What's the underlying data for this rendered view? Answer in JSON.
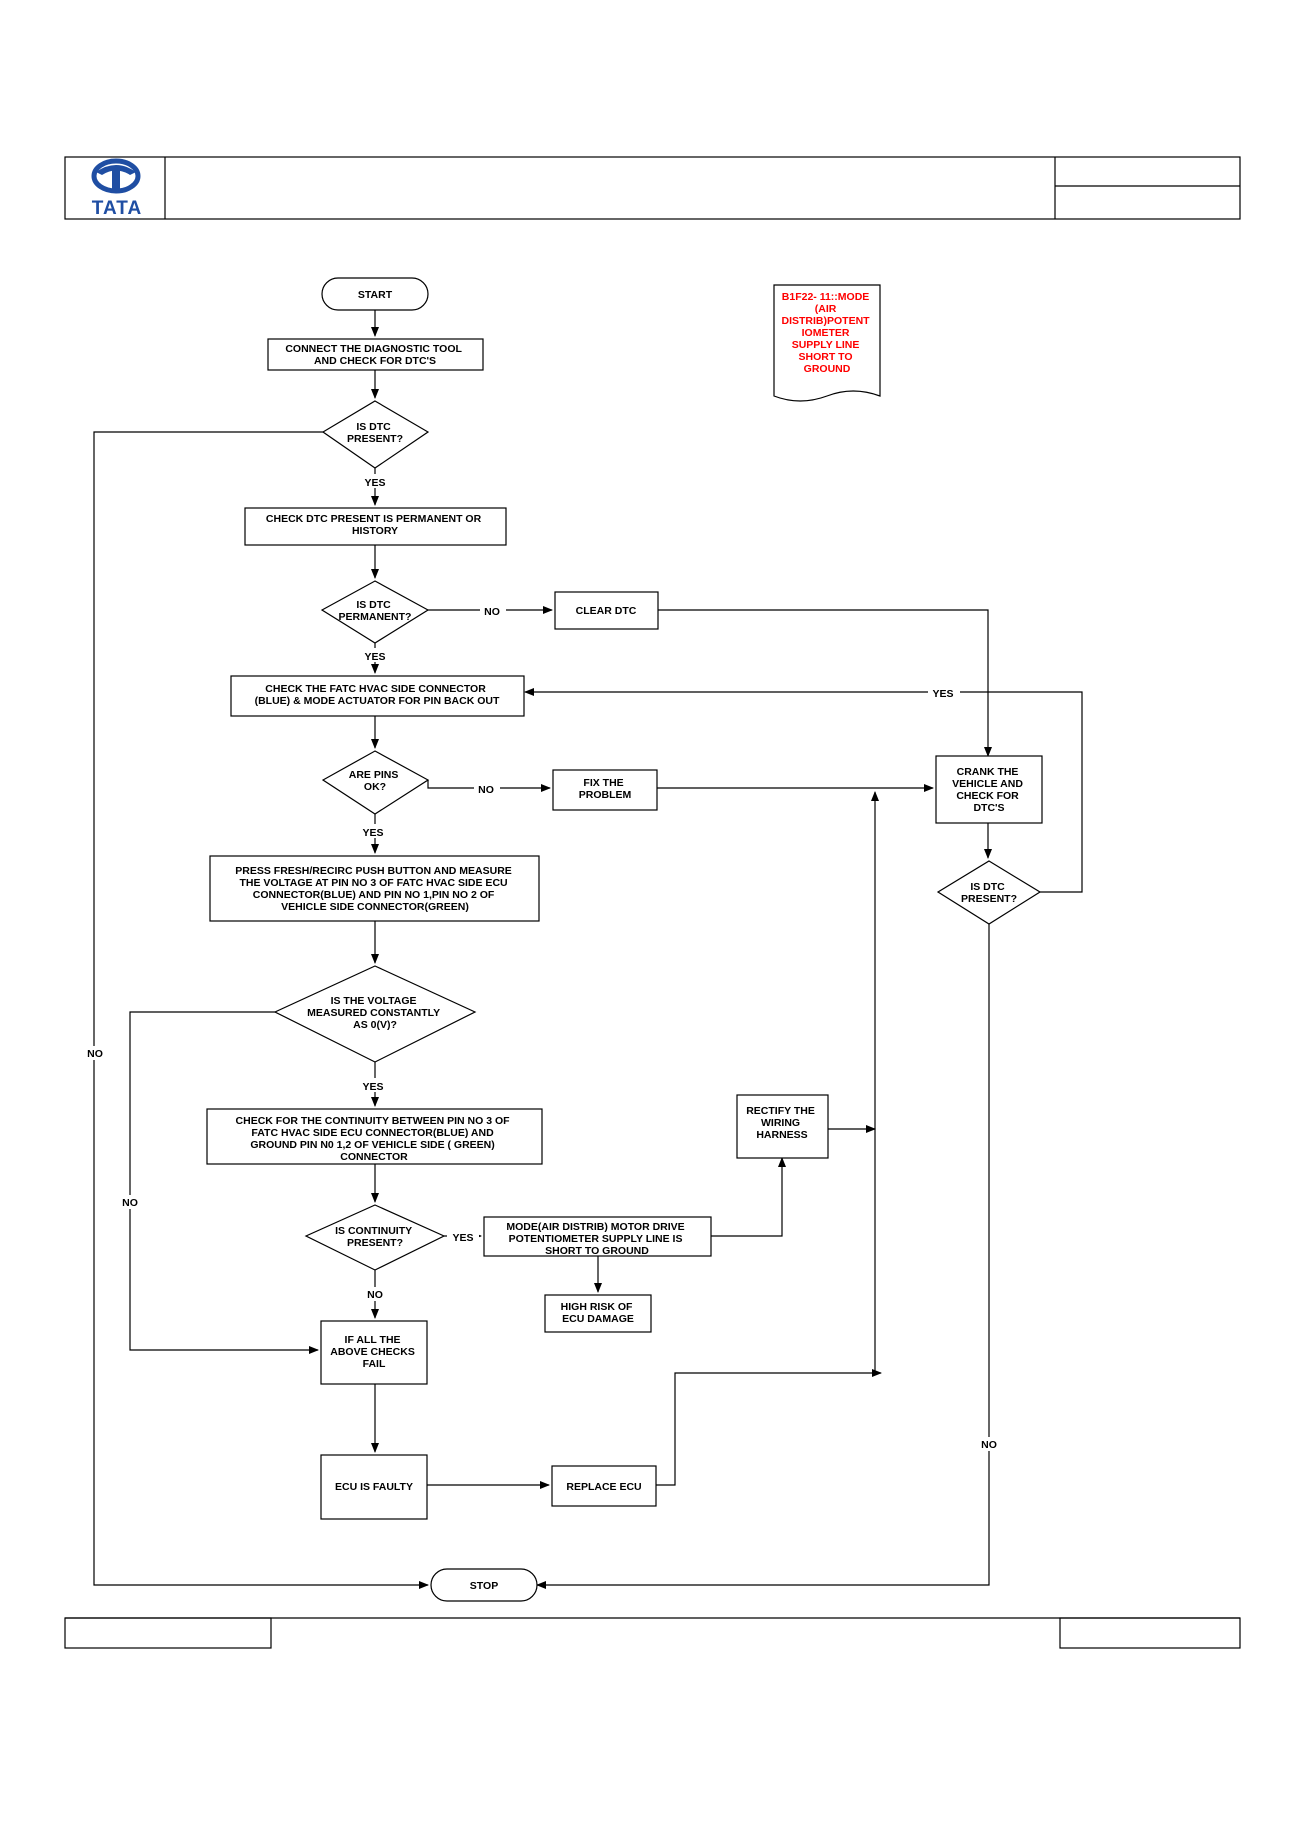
{
  "header": {
    "logo_text": "TATA",
    "colors": {
      "logo_blue": "#1f4ea3"
    }
  },
  "dtc_note": {
    "lines": [
      "B1F22- 11::MODE",
      "(AIR",
      "DISTRIB)POTENT",
      "IOMETER",
      "SUPPLY LINE",
      "SHORT TO",
      "GROUND"
    ],
    "color": "#ff0000"
  },
  "nodes": {
    "start": [
      "START"
    ],
    "connect": [
      "CONNECT THE DIAGNOSTIC TOOL",
      "AND CHECK FOR  DTC'S"
    ],
    "is_dtc_present": [
      "IS  DTC",
      "PRESENT?"
    ],
    "check_permanent": [
      "CHECK DTC  PRESENT IS PERMANENT OR",
      "HISTORY"
    ],
    "is_dtc_permanent": [
      "IS  DTC",
      "PERMANENT?"
    ],
    "clear_dtc": [
      "CLEAR DTC"
    ],
    "check_connector": [
      "CHECK THE FATC HVAC SIDE CONNECTOR",
      "(BLUE) & MODE ACTUATOR FOR PIN BACK OUT"
    ],
    "are_pins_ok": [
      "ARE PINS",
      "OK?"
    ],
    "fix_problem": [
      "FIX THE",
      "PROBLEM"
    ],
    "crank": [
      "CRANK THE",
      "VEHICLE AND",
      "CHECK FOR",
      "DTC'S"
    ],
    "is_dtc_present2": [
      "IS  DTC",
      "PRESENT?"
    ],
    "press_button": [
      "PRESS FRESH/RECIRC PUSH BUTTON AND MEASURE",
      "THE VOLTAGE AT PIN NO 3  OF FATC HVAC SIDE ECU",
      "CONNECTOR(BLUE) AND PIN NO 1,PIN NO 2 OF",
      "VEHICLE SIDE CONNECTOR(GREEN)"
    ],
    "is_voltage": [
      "IS  THE VOLTAGE",
      "MEASURED CONSTANTLY",
      "AS 0(V)?"
    ],
    "check_continuity": [
      "CHECK FOR THE CONTINUITY BETWEEN PIN NO 3 OF",
      "FATC HVAC SIDE ECU CONNECTOR(BLUE) AND",
      "GROUND  PIN N0 1,2 OF VEHICLE SIDE ( GREEN)",
      "CONNECTOR"
    ],
    "rectify": [
      "RECTIFY THE",
      "WIRING",
      "HARNESS"
    ],
    "is_continuity": [
      "IS CONTINUITY",
      "PRESENT?"
    ],
    "motor_drive": [
      "MODE(AIR DISTRIB) MOTOR DRIVE",
      "POTENTIOMETER SUPPLY  LINE IS",
      "SHORT TO GROUND"
    ],
    "high_risk": [
      "HIGH RISK OF",
      "ECU DAMAGE"
    ],
    "if_all": [
      "IF ALL THE",
      "ABOVE CHECKS",
      "FAIL"
    ],
    "ecu_faulty": [
      "ECU IS FAULTY"
    ],
    "replace_ecu": [
      "REPLACE ECU"
    ],
    "stop": [
      "STOP"
    ]
  },
  "edge_labels": {
    "yes": "YES",
    "no": "NO"
  }
}
